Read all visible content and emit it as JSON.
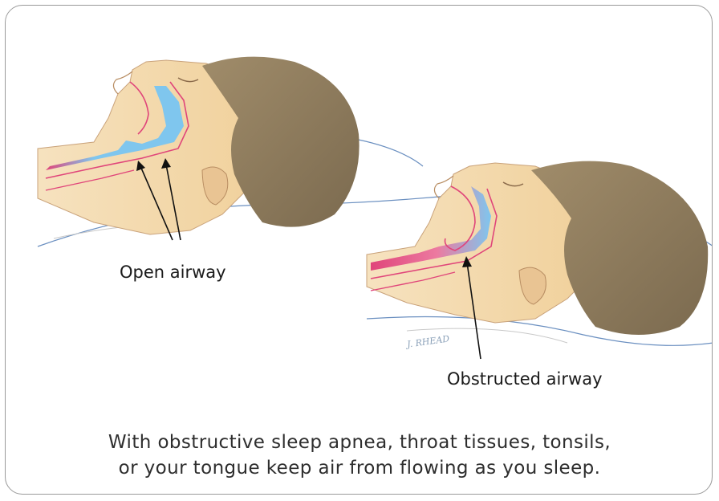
{
  "labels": {
    "open_airway": "Open airway",
    "obstructed_airway": "Obstructed airway"
  },
  "signature": "J. RHEAD",
  "caption": {
    "line1": "With obstructive sleep apnea, throat tissues, tonsils,",
    "line2": "or your tongue keep air from flowing as you sleep."
  },
  "colors": {
    "skin": "#f3d9ad",
    "hair": "#8d7a5c",
    "airway_open": "#76c7ee",
    "airway_tissue": "#e0457a",
    "pillow_line": "#6a8fc0",
    "frame": "#9a9a9a"
  }
}
